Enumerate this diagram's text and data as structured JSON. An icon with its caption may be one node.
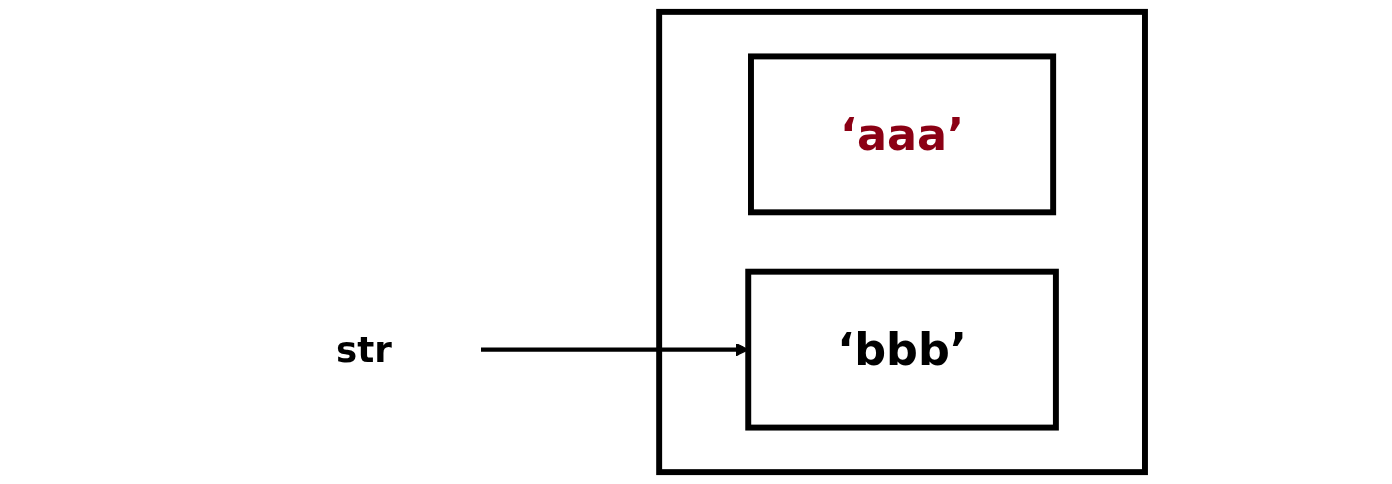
{
  "diagram": {
    "nodes": [
      {
        "text": [],
        "shape": "box"
      },
      {
        "text": [
          "‘aaa’"
        ],
        "in": 0
      },
      {
        "text": [
          "‘bbb’"
        ],
        "in": 0
      },
      {
        "text": [
          "str"
        ]
      }
    ],
    "edges": [
      {
        "from": 3,
        "to": 2,
        "arrow": "to"
      }
    ]
  }
}
